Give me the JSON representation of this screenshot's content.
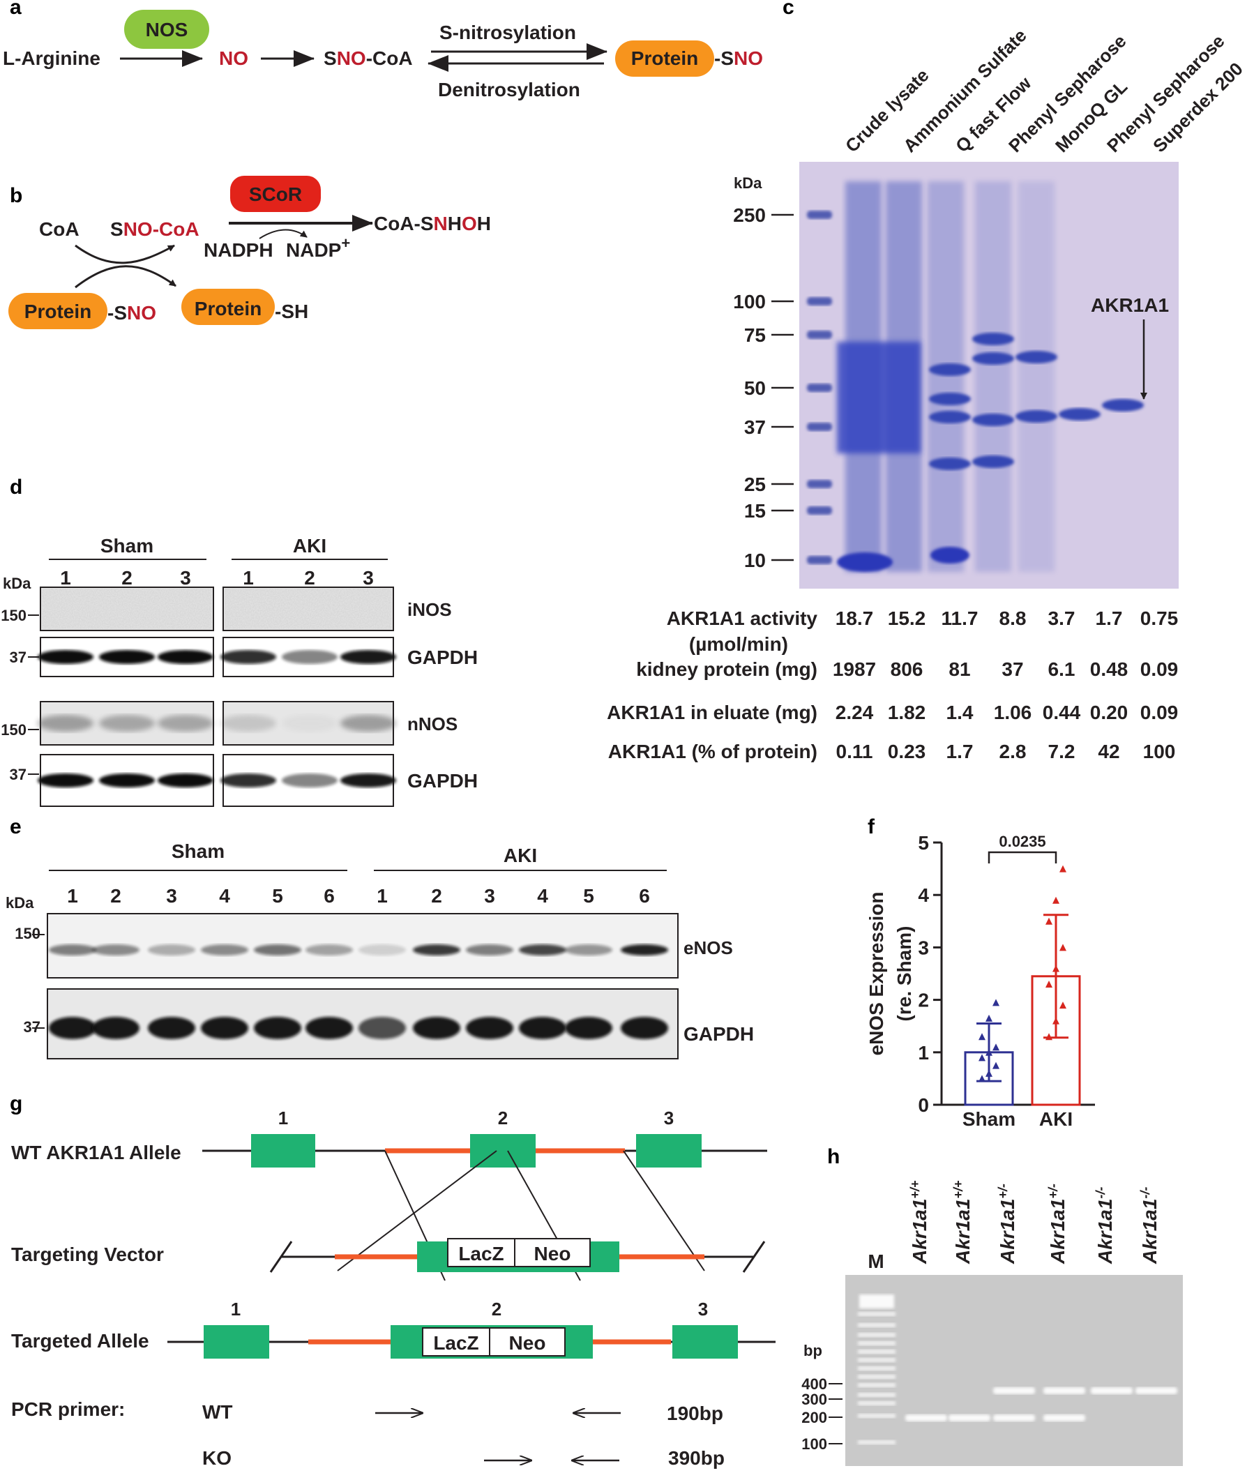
{
  "panels": {
    "a": "a",
    "b": "b",
    "c": "c",
    "d": "d",
    "e": "e",
    "f": "f",
    "g": "g",
    "h": "h"
  },
  "panel_a": {
    "l_arginine": "L-Arginine",
    "nos": "NOS",
    "no": "NO",
    "sno_coa_s": "S",
    "sno_coa_no": "NO",
    "sno_coa_coa": "-CoA",
    "forward": "S-nitrosylation",
    "reverse": "Denitrosylation",
    "protein": "Protein",
    "protein_sno_dash": "-S",
    "protein_sno_no": "NO"
  },
  "panel_b": {
    "coa": "CoA",
    "sno_coa_s": "S",
    "sno_coa_rest": "NO-CoA",
    "scor": "SCoR",
    "nadph": "NADPH",
    "nadp": "NADP",
    "nadp_sup": "+",
    "product_a": "CoA-S",
    "product_n": "N",
    "product_h": "H",
    "product_o": "O",
    "product_h2": "H",
    "protein": "Protein",
    "sno_dash": "-S",
    "sno_no": "NO",
    "sh": "-SH"
  },
  "panel_c": {
    "lanes": [
      "Crude lysate",
      "Ammonium Sulfate",
      "Q fast Flow",
      "Phenyl Sepharose",
      "MonoQ GL",
      "Phenyl Sepharose",
      "Superdex 200"
    ],
    "kda_label": "kDa",
    "markers": [
      "250",
      "100",
      "75",
      "50",
      "37",
      "25",
      "15",
      "10"
    ],
    "band_label": "AKR1A1",
    "table": [
      {
        "label": "AKR1A1 activity",
        "label2": "(µmol/min)",
        "values": [
          "18.7",
          "15.2",
          "11.7",
          "8.8",
          "3.7",
          "1.7",
          "0.75"
        ]
      },
      {
        "label": "kidney protein (mg)",
        "values": [
          "1987",
          "806",
          "81",
          "37",
          "6.1",
          "0.48",
          "0.09"
        ]
      },
      {
        "label": "AKR1A1 in eluate (mg)",
        "values": [
          "2.24",
          "1.82",
          "1.4",
          "1.06",
          "0.44",
          "0.20",
          "0.09"
        ]
      },
      {
        "label": "AKR1A1 (% of protein)",
        "values": [
          "0.11",
          "0.23",
          "1.7",
          "2.8",
          "7.2",
          "42",
          "100"
        ]
      }
    ],
    "highlight_color": "#be1e2d"
  },
  "panel_d": {
    "groups": [
      "Sham",
      "AKI"
    ],
    "lanes": [
      "1",
      "2",
      "3",
      "1",
      "2",
      "3"
    ],
    "kda_label": "kDa",
    "blots": [
      {
        "label": "iNOS",
        "marker": "150"
      },
      {
        "label": "GAPDH",
        "marker": "37"
      },
      {
        "label": "nNOS",
        "marker": "150"
      },
      {
        "label": "GAPDH",
        "marker": "37"
      }
    ]
  },
  "panel_e": {
    "groups": [
      "Sham",
      "AKI"
    ],
    "lanes": [
      "1",
      "2",
      "3",
      "4",
      "5",
      "6",
      "1",
      "2",
      "3",
      "4",
      "5",
      "6"
    ],
    "kda_label": "kDa",
    "blots": [
      {
        "label": "eNOS",
        "marker": "150"
      },
      {
        "label": "GAPDH",
        "marker": "37"
      }
    ]
  },
  "panel_g": {
    "wt_label": "WT AKR1A1 Allele",
    "vector_label": "Targeting Vector",
    "targeted_label": "Targeted Allele",
    "pcr_label": "PCR primer:",
    "exons": [
      "1",
      "2",
      "3"
    ],
    "lacz": "LacZ",
    "neo": "Neo",
    "wt_primer": "WT",
    "ko_primer": "KO",
    "wt_size": "190bp",
    "ko_size": "390bp",
    "exon_color": "#1fb272",
    "arm_color": "#f15a29"
  },
  "panel_h": {
    "marker": "M",
    "bp_label": "bp",
    "lanes": [
      {
        "base": "Akr1a1",
        "sup": "+/+"
      },
      {
        "base": "Akr1a1",
        "sup": "+/+"
      },
      {
        "base": "Akr1a1",
        "sup": "+/-"
      },
      {
        "base": "Akr1a1",
        "sup": "+/-"
      },
      {
        "base": "Akr1a1",
        "sup": "-/-"
      },
      {
        "base": "Akr1a1",
        "sup": "-/-"
      }
    ],
    "ladder": [
      "400",
      "300",
      "200",
      "100"
    ]
  },
  "chart_data": {
    "type": "bar",
    "title": "",
    "categories": [
      "Sham",
      "AKI"
    ],
    "values": [
      1.0,
      2.45
    ],
    "error": [
      0.55,
      1.17
    ],
    "points": {
      "Sham": [
        0.5,
        0.6,
        0.75,
        0.9,
        1.0,
        1.1,
        1.3,
        1.65,
        1.95
      ],
      "AKI": [
        1.3,
        1.6,
        1.9,
        2.3,
        2.6,
        3.0,
        3.5,
        3.9,
        4.5
      ]
    },
    "ylabel": "eNOS Expression",
    "ylabel2": "(re. Sham)",
    "xlabel": "",
    "ylim": [
      0,
      5
    ],
    "yticks": [
      "0",
      "1",
      "2",
      "3",
      "4",
      "5"
    ],
    "pvalue": "0.0235",
    "colors": {
      "Sham": "#2e3192",
      "AKI": "#d7261e"
    }
  }
}
